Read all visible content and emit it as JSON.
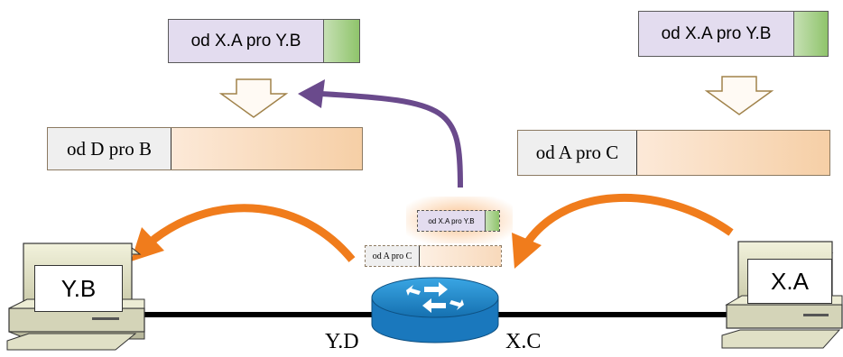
{
  "top_left": {
    "outer_label": "od X.A pro Y.B",
    "inner_label": "od D pro B"
  },
  "top_right": {
    "outer_label": "od X.A pro Y.B",
    "inner_label": "od A pro C"
  },
  "router_packets": {
    "outer_label": "od X.A pro Y.B",
    "inner_label": "od A pro C"
  },
  "hosts": {
    "left": "Y.B",
    "right": "X.A"
  },
  "interfaces": {
    "left": "Y.D",
    "right": "X.C"
  },
  "colors": {
    "outer_header": "#e3dcef",
    "outer_body": "#a9d18e",
    "inner_header": "#f2f2f2",
    "inner_body": "#fbe5d3",
    "orange_arrow": "#f07c1c",
    "purple_arrow": "#6a4a8c",
    "router": "#1f86c8"
  }
}
